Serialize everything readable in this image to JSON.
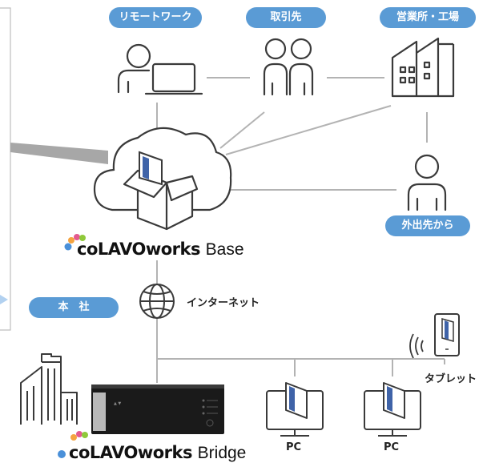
{
  "labels": {
    "remote_work": "リモートワーク",
    "partner": "取引先",
    "office_factory": "営業所・工場",
    "from_outside": "外出先から",
    "head_office": "本　社",
    "internet": "インターネット",
    "tablet": "タブレット",
    "pc1": "PC",
    "pc2": "PC"
  },
  "brands": {
    "base": {
      "name": "coLAVOworks",
      "suffix": "Base"
    },
    "bridge": {
      "name": "coLAVOworks",
      "suffix": "Bridge"
    }
  },
  "colors": {
    "accent": "#5a9bd5",
    "line": "#b3b3b3",
    "icon": "#3a3a3a",
    "device_blue": "#3f63a8",
    "server_body": "#1a1a1a",
    "callout": "#9a9a9a"
  },
  "icons": {
    "remote_worker": "person-laptop-icon",
    "partners": "two-people-icon",
    "office": "building-icon",
    "outside_person": "person-icon",
    "cloud": "cloud-box-icon",
    "internet": "globe-icon",
    "tablet": "tablet-icon",
    "pc": "monitor-icon",
    "hq": "skyscraper-icon",
    "server": "server-device-icon"
  }
}
